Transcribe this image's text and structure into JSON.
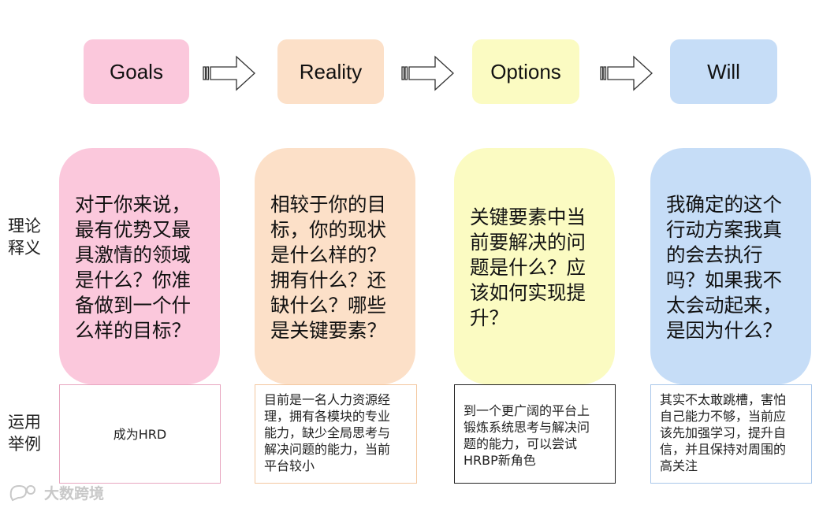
{
  "colors": {
    "goals": "#fbc8dc",
    "reality": "#fce0c8",
    "options": "#fbfbc2",
    "will": "#c6ddf7",
    "box_border_goals": "#e8a6c0",
    "box_border_reality": "#f3c79f",
    "box_border_options": "#222222",
    "box_border_will": "#a9c7ea"
  },
  "headers": [
    "Goals",
    "Reality",
    "Options",
    "Will"
  ],
  "row_labels": {
    "theory": [
      "理论",
      "释义"
    ],
    "example": [
      "运用",
      "举例"
    ]
  },
  "theory": [
    [
      "对于你来说，",
      "最有优势又最",
      "具激情的领域",
      "是什么？你准",
      "备做到一个什",
      "么样的目标？"
    ],
    [
      "相较于你的目",
      "标，你的现状",
      "是什么样的？",
      "拥有什么？还",
      "缺什么？哪些",
      "是关键要素？"
    ],
    [
      "关键要素中当",
      "前要解决的问",
      "题是什么？应",
      "该如何实现提",
      "升？"
    ],
    [
      "我确定的这个",
      "行动方案我真",
      "的会去执行",
      "吗？如果我不",
      "太会动起来，",
      "是因为什么？"
    ]
  ],
  "examples": [
    [
      "成为HRD"
    ],
    [
      "目前是一名人力资源经",
      "理，拥有各模块的专业",
      "能力，缺少全局思考与",
      "解决问题的能力，当前",
      "平台较小"
    ],
    [
      "到一个更广阔的平台上",
      "锻炼系统思考与解决问",
      "题的能力，可以尝试",
      "HRBP新角色"
    ],
    [
      "其实不太敢跳槽，害怕",
      "自己能力不够，当前应",
      "该先加强学习，提升自",
      "信，并且保持对周围的",
      "高关注"
    ]
  ],
  "watermark": {
    "text": "大数跨境",
    "icon": "chat-bubble-icon"
  }
}
